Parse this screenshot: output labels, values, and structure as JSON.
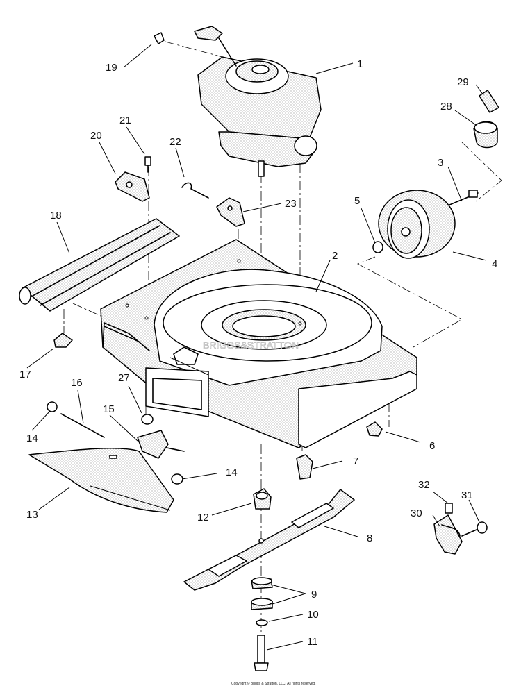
{
  "diagram": {
    "type": "exploded-parts-diagram",
    "callouts": [
      "1",
      "2",
      "3",
      "4",
      "5",
      "6",
      "7",
      "8",
      "9",
      "10",
      "11",
      "12",
      "13",
      "14",
      "14",
      "15",
      "16",
      "17",
      "18",
      "19",
      "20",
      "21",
      "22",
      "23",
      "27",
      "28",
      "29",
      "30",
      "31",
      "32"
    ],
    "watermark": "BRIGGS&STRATTON",
    "copyright": "Copyright © Briggs & Stratton, LLC. All rights reserved."
  },
  "colors": {
    "line": "#000000",
    "background": "#ffffff",
    "stipple": "#777777"
  }
}
